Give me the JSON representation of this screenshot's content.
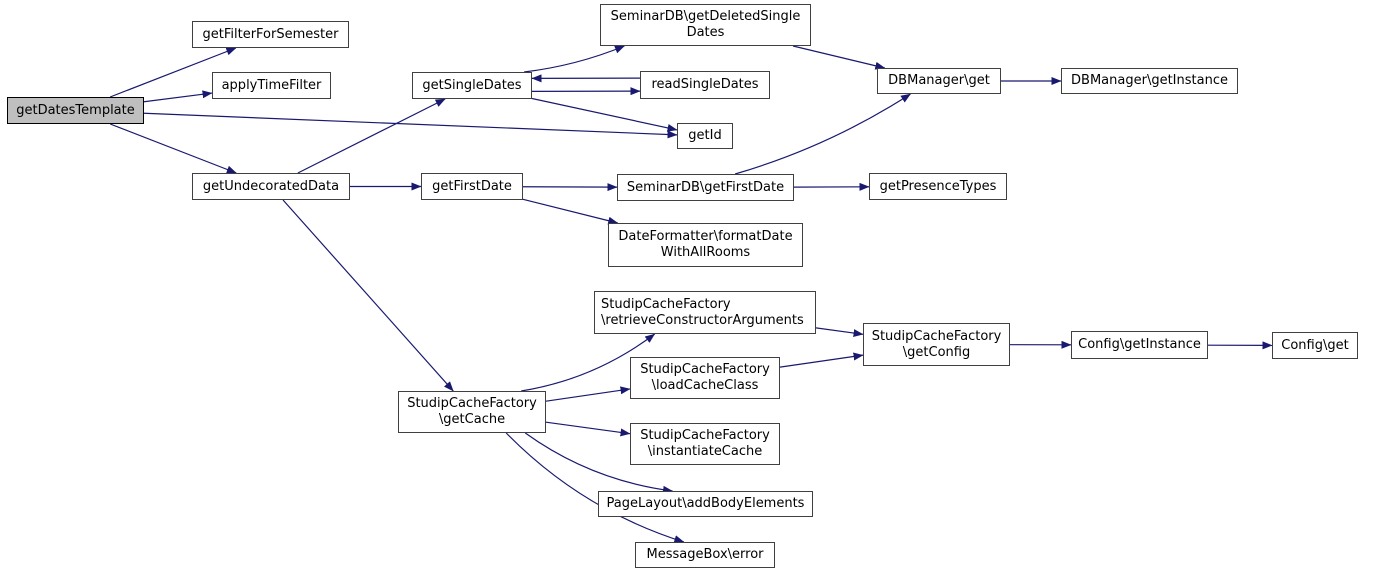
{
  "diagram": {
    "kind": "doxygen-call-graph",
    "root": "getDatesTemplate",
    "colors": {
      "edge": "#191970",
      "node_border": "#404040",
      "node_fill": "#ffffff",
      "highlight_fill": "#bfbfbf",
      "text": "#000000"
    }
  },
  "nodes": [
    {
      "id": "getDatesTemplate",
      "lines": [
        "getDatesTemplate"
      ],
      "highlighted": true
    },
    {
      "id": "getFilterForSemester",
      "lines": [
        "getFilterForSemester"
      ],
      "highlighted": false
    },
    {
      "id": "applyTimeFilter",
      "lines": [
        "applyTimeFilter"
      ],
      "highlighted": false
    },
    {
      "id": "getSingleDates",
      "lines": [
        "getSingleDates"
      ],
      "highlighted": false
    },
    {
      "id": "seminardb-getDeletedSingleDates",
      "lines": [
        "SeminarDB\\getDeletedSingle",
        "Dates"
      ],
      "highlighted": false
    },
    {
      "id": "readSingleDates",
      "lines": [
        "readSingleDates"
      ],
      "highlighted": false
    },
    {
      "id": "getId",
      "lines": [
        "getId"
      ],
      "highlighted": false
    },
    {
      "id": "dbmanager-get",
      "lines": [
        "DBManager\\get"
      ],
      "highlighted": false
    },
    {
      "id": "dbmanager-getInstance",
      "lines": [
        "DBManager\\getInstance"
      ],
      "highlighted": false
    },
    {
      "id": "getUndecoratedData",
      "lines": [
        "getUndecoratedData"
      ],
      "highlighted": false
    },
    {
      "id": "getFirstDate",
      "lines": [
        "getFirstDate"
      ],
      "highlighted": false
    },
    {
      "id": "seminardb-getFirstDate",
      "lines": [
        "SeminarDB\\getFirstDate"
      ],
      "highlighted": false
    },
    {
      "id": "getPresenceTypes",
      "lines": [
        "getPresenceTypes"
      ],
      "highlighted": false
    },
    {
      "id": "dateformatter-formatDateWithAllRooms",
      "lines": [
        "DateFormatter\\formatDate",
        "WithAllRooms"
      ],
      "highlighted": false
    },
    {
      "id": "studipcachefactory-getCache",
      "lines": [
        "StudipCacheFactory",
        "\\getCache"
      ],
      "highlighted": false
    },
    {
      "id": "studipcachefactory-retrieveConstructorArguments",
      "lines": [
        "StudipCacheFactory",
        "\\retrieveConstructorArguments"
      ],
      "highlighted": false
    },
    {
      "id": "studipcachefactory-loadCacheClass",
      "lines": [
        "StudipCacheFactory",
        "\\loadCacheClass"
      ],
      "highlighted": false
    },
    {
      "id": "studipcachefactory-instantiateCache",
      "lines": [
        "StudipCacheFactory",
        "\\instantiateCache"
      ],
      "highlighted": false
    },
    {
      "id": "studipcachefactory-getConfig",
      "lines": [
        "StudipCacheFactory",
        "\\getConfig"
      ],
      "highlighted": false
    },
    {
      "id": "config-getInstance",
      "lines": [
        "Config\\getInstance"
      ],
      "highlighted": false
    },
    {
      "id": "config-get",
      "lines": [
        "Config\\get"
      ],
      "highlighted": false
    },
    {
      "id": "pagelayout-addBodyElements",
      "lines": [
        "PageLayout\\addBodyElements"
      ],
      "highlighted": false
    },
    {
      "id": "messagebox-error",
      "lines": [
        "MessageBox\\error"
      ],
      "highlighted": false
    }
  ],
  "edges": [
    {
      "from": "getDatesTemplate",
      "to": "getFilterForSemester"
    },
    {
      "from": "getDatesTemplate",
      "to": "applyTimeFilter"
    },
    {
      "from": "getDatesTemplate",
      "to": "getId"
    },
    {
      "from": "getDatesTemplate",
      "to": "getUndecoratedData"
    },
    {
      "from": "getUndecoratedData",
      "to": "getSingleDates"
    },
    {
      "from": "getUndecoratedData",
      "to": "getFirstDate"
    },
    {
      "from": "getUndecoratedData",
      "to": "studipcachefactory-getCache"
    },
    {
      "from": "getSingleDates",
      "to": "seminardb-getDeletedSingleDates"
    },
    {
      "from": "getSingleDates",
      "to": "readSingleDates"
    },
    {
      "from": "readSingleDates",
      "to": "getSingleDates"
    },
    {
      "from": "getSingleDates",
      "to": "getId"
    },
    {
      "from": "seminardb-getDeletedSingleDates",
      "to": "dbmanager-get"
    },
    {
      "from": "seminardb-getFirstDate",
      "to": "dbmanager-get"
    },
    {
      "from": "dbmanager-get",
      "to": "dbmanager-getInstance"
    },
    {
      "from": "getFirstDate",
      "to": "seminardb-getFirstDate"
    },
    {
      "from": "getFirstDate",
      "to": "dateformatter-formatDateWithAllRooms"
    },
    {
      "from": "seminardb-getFirstDate",
      "to": "getPresenceTypes"
    },
    {
      "from": "studipcachefactory-getCache",
      "to": "studipcachefactory-retrieveConstructorArguments"
    },
    {
      "from": "studipcachefactory-getCache",
      "to": "studipcachefactory-loadCacheClass"
    },
    {
      "from": "studipcachefactory-getCache",
      "to": "studipcachefactory-instantiateCache"
    },
    {
      "from": "studipcachefactory-getCache",
      "to": "pagelayout-addBodyElements"
    },
    {
      "from": "studipcachefactory-getCache",
      "to": "messagebox-error"
    },
    {
      "from": "studipcachefactory-retrieveConstructorArguments",
      "to": "studipcachefactory-getConfig"
    },
    {
      "from": "studipcachefactory-loadCacheClass",
      "to": "studipcachefactory-getConfig"
    },
    {
      "from": "studipcachefactory-getConfig",
      "to": "config-getInstance"
    },
    {
      "from": "config-getInstance",
      "to": "config-get"
    }
  ]
}
